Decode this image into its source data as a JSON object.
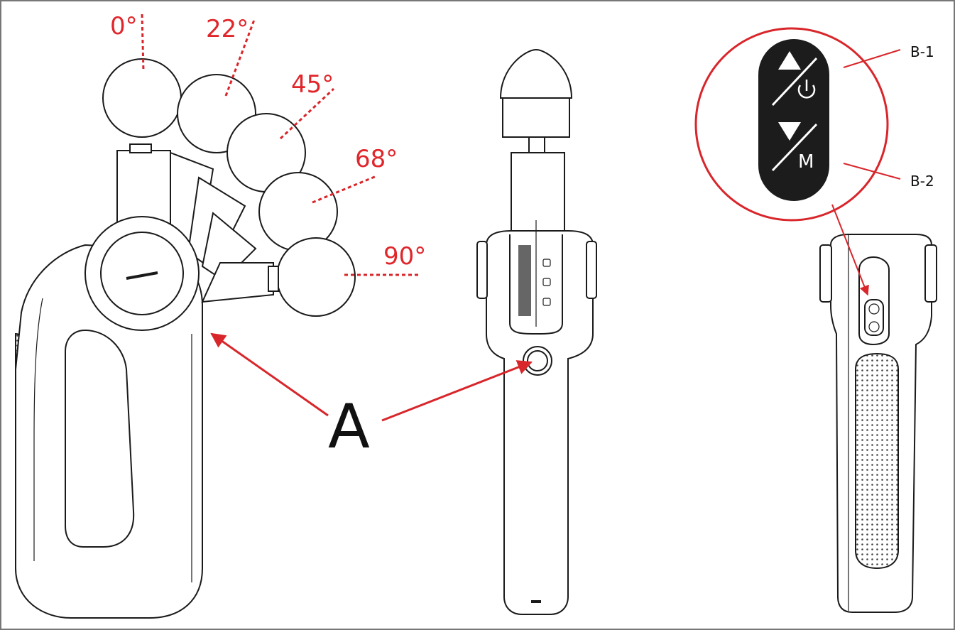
{
  "angles": {
    "a0": "0°",
    "a22": "22°",
    "a45": "45°",
    "a68": "68°",
    "a90": "90°"
  },
  "callouts": {
    "a": "A",
    "b1": "B-1",
    "b2": "B-2"
  },
  "buttons": {
    "mode": "M"
  },
  "colors": {
    "accent_red": "#d8262b",
    "line": "#1a1a1a",
    "panel": "#1c1c1c"
  },
  "icons": [
    "up-triangle-icon",
    "power-icon",
    "down-triangle-icon"
  ]
}
